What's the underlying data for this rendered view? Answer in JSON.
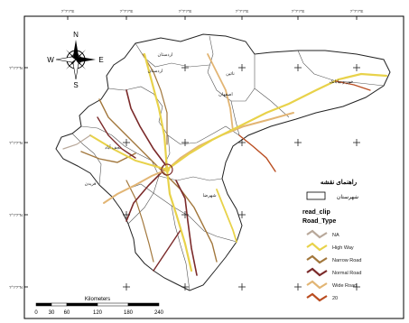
{
  "colors": {
    "frame": "#000000",
    "land_fill": "#ffffff",
    "boundary": "#444444",
    "na": "#b8a89a",
    "highway": "#e8d24a",
    "narrow": "#a2773c",
    "normal": "#7b2a2a",
    "wide": "#e2b574",
    "zero": "#ba4d20",
    "grid_cross": "#222222"
  },
  "top_ticks": [
    "?°?'?\"E",
    "?°?'?\"E",
    "?°?'?\"E",
    "?°?'?\"E",
    "?°?'?\"E",
    "?°?'?\"E"
  ],
  "left_ticks": [
    "?°?'?\"N",
    "?°?'?\"N",
    "?°?'?\"N",
    "?°?'?\"N"
  ],
  "compass": {
    "n": "N",
    "s": "S",
    "e": "E",
    "w": "W"
  },
  "county_labels": [
    "اردستان",
    "اردستان",
    "اصفهان",
    "نائین",
    "خور و بیابانک",
    "نجف آباد",
    "شهرضا",
    "فریدن"
  ],
  "legend": {
    "title": "راهنمای نقشه",
    "boundary_label": "شهرستان",
    "layer_title": "read_clip",
    "field_title": "Road_Type",
    "items": [
      {
        "label": "NA",
        "color_key": "na"
      },
      {
        "label": "High Way",
        "color_key": "highway"
      },
      {
        "label": "Narrow Road",
        "color_key": "narrow"
      },
      {
        "label": "Normal Road",
        "color_key": "normal"
      },
      {
        "label": "Wide Road",
        "color_key": "wide"
      },
      {
        "label": "20",
        "color_key": "zero"
      }
    ]
  },
  "scalebar": {
    "unit": "Kilometers",
    "ticks": [
      "0",
      "30",
      "60",
      "120",
      "180",
      "240"
    ]
  }
}
